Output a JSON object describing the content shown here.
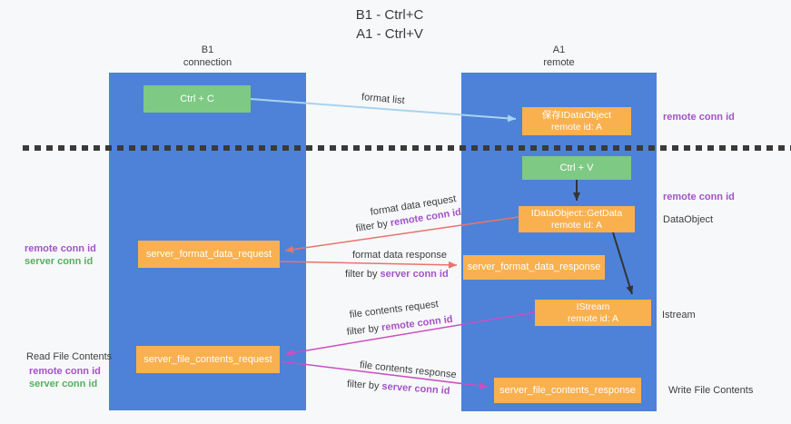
{
  "title": {
    "line1": "B1 - Ctrl+C",
    "line2": "A1 - Ctrl+V"
  },
  "lanes": {
    "left": {
      "name": "B1",
      "sub": "connection"
    },
    "right": {
      "name": "A1",
      "sub": "remote"
    }
  },
  "boxes": {
    "ctrl_c": "Ctrl + C",
    "ctrl_v": "Ctrl + V",
    "save_idataobject": {
      "line1": "保存IDataObject",
      "line2": "remote id: A"
    },
    "getdata": {
      "line1": "IDataObject::GetData",
      "line2": "remote id: A"
    },
    "istream": {
      "line1": "IStream",
      "line2": "remote id: A"
    },
    "server_format_data_request": "server_format_data_request",
    "server_format_data_response": "server_format_data_response",
    "server_file_contents_request": "server_file_contents_request",
    "server_file_contents_response": "server_file_contents_response"
  },
  "arrow_labels": {
    "format_list": "format list",
    "format_data_request": "format data request",
    "format_data_response": "format data response",
    "file_contents_request": "file contents request",
    "file_contents_response": "file contents response",
    "filter_prefix": "filter by ",
    "remote_conn_id": "remote conn id",
    "server_conn_id": "server conn id"
  },
  "side_labels": {
    "right_remote_conn_top": "remote conn id",
    "right_remote_conn_mid": "remote conn id",
    "dataobject": "DataObject",
    "istream": "Istream",
    "write_file_contents": "Write File Contents",
    "left_remote_conn_mid": "remote conn id",
    "left_server_conn_mid": "server conn id",
    "read_file_contents": "Read File Contents",
    "left_remote_conn_bottom": "remote conn id",
    "left_server_conn_bottom": "server conn id"
  },
  "colors": {
    "lane_blue": "#4d82d8",
    "box_green": "#7ec983",
    "box_orange": "#f9b04e",
    "purple_text": "#a452c8",
    "green_text": "#53b15f",
    "arrow_red": "#e8736f",
    "arrow_magenta": "#cb4fc1",
    "arrow_lightblue": "#a9d3f0",
    "arrow_black": "#333333",
    "dash": "#3a3a3a"
  }
}
